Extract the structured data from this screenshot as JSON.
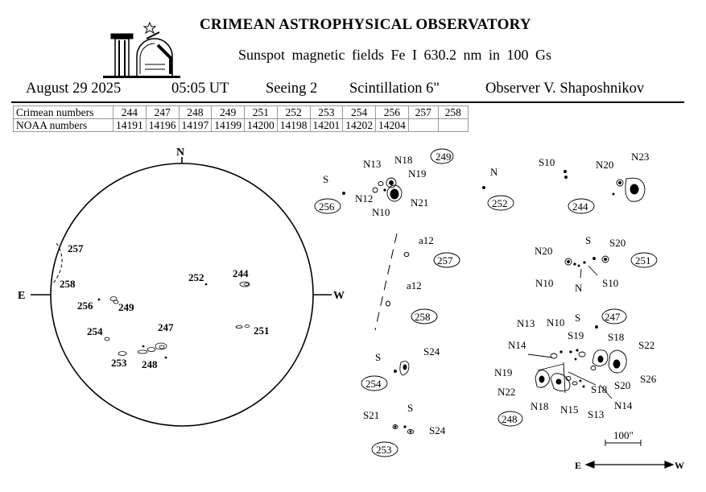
{
  "header": {
    "title": "CRIMEAN ASTROPHYSICAL OBSERVATORY",
    "subtitle": "Sunspot  magnetic  fields  Fe I 630.2 nm in 100 Gs"
  },
  "observation": {
    "date": "August  29  2025",
    "time": "05:05 UT",
    "seeing": "Seeing  2",
    "scintillation": "Scintillation   6\"",
    "observer": "Observer  V. Shaposhnikov"
  },
  "numbers_table": {
    "crimean_label": "Crimean numbers",
    "noaa_label": "NOAA numbers",
    "crimean": [
      "244",
      "247",
      "248",
      "249",
      "251",
      "252",
      "253",
      "254",
      "256",
      "257",
      "258"
    ],
    "noaa": [
      "14191",
      "14196",
      "14197",
      "14199",
      "14200",
      "14198",
      "14201",
      "14202",
      "14204",
      "",
      ""
    ]
  },
  "disk": {
    "north": "N",
    "east": "E",
    "west": "W",
    "regions": [
      "257",
      "258",
      "252",
      "244",
      "256",
      "249",
      "254",
      "247",
      "251",
      "253",
      "248"
    ]
  },
  "detail": {
    "r249": {
      "id": "249",
      "labels": [
        "N13",
        "N18",
        "N19",
        "N12",
        "N21",
        "N10"
      ]
    },
    "r256": {
      "id": "256",
      "labels": [
        "S"
      ]
    },
    "r252": {
      "id": "252",
      "labels": [
        "N"
      ]
    },
    "r244": {
      "id": "244",
      "labels": [
        "S10",
        "N20",
        "N23"
      ]
    },
    "r257": {
      "id": "257",
      "labels": [
        "a12"
      ]
    },
    "r258": {
      "id": "258",
      "labels": [
        "a12"
      ]
    },
    "r251": {
      "id": "251",
      "labels": [
        "N20",
        "S",
        "S20",
        "N10",
        "N",
        "S10"
      ]
    },
    "r247": {
      "id": "247",
      "labels": [
        "S",
        "N13",
        "N10",
        "S19",
        "S18",
        "N14",
        "S22",
        "N19",
        "S20",
        "S26",
        "N22",
        "S18",
        "N18",
        "N15",
        "S13",
        "N14"
      ]
    },
    "r248": {
      "id": "248"
    },
    "r254": {
      "id": "254",
      "labels": [
        "S",
        "S24"
      ]
    },
    "r253": {
      "id": "253",
      "labels": [
        "S21",
        "S",
        "S24"
      ]
    }
  },
  "scale_label": "100\"",
  "direction": {
    "east": "E",
    "west": "W"
  }
}
